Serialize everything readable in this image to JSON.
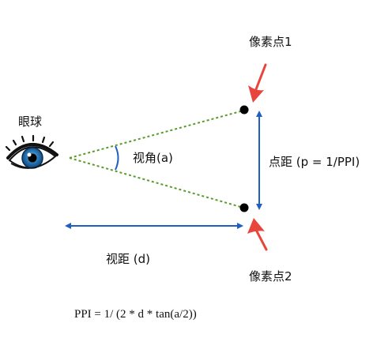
{
  "labels": {
    "eyeball": "眼球",
    "pixel1": "像素点1",
    "pixel2": "像素点2",
    "view_angle": "视角(a)",
    "dot_pitch": "点距 (p = 1/PPI)",
    "view_distance": "视距 (d)",
    "formula": "PPI = 1/ (2 * d * tan(a/2))"
  },
  "colors": {
    "dashed_line": "#5a9a2a",
    "arrow": "#1f5fbf",
    "angle_arc": "#1f5fbf",
    "pointer_arrow": "#e8453c",
    "dot": "#000000",
    "iris": "#1f6aa8"
  }
}
